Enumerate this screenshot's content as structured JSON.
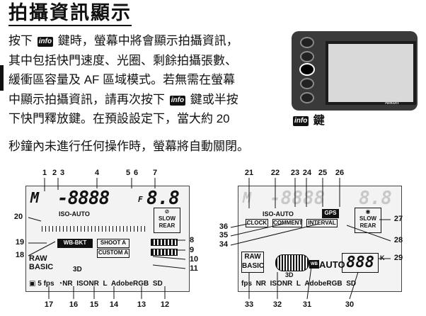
{
  "title": "拍攝資訊顯示",
  "paragraph": {
    "line1_a": "按下",
    "line1_b": "鍵時，螢幕中將會顯示拍攝資訊，",
    "line2": "其中包括快門速度、光圈、剩餘拍攝張數、",
    "line3": "緩衝區容量及 AF 區域模式。若無需在螢幕",
    "line4_a": "中顯示拍攝資訊，請再次按下",
    "line4_b": "鍵或半按",
    "line5": "下快門釋放鍵。在預設設定下，當大約 20",
    "line6": "秒鐘內未進行任何操作時，螢幕將自動關閉。"
  },
  "info_tag": "info",
  "camera": {
    "caption": "鍵",
    "logo": "Nikon"
  },
  "left_lcd": {
    "mode": "M",
    "shutter": "-8888",
    "aperture": "8.8",
    "f_prefix": "F",
    "iso_auto": "ISO-AUTO",
    "eye_off": "⊘",
    "slow": "SLOW",
    "rear": "REAR",
    "wb_bkt": "WB-BKT",
    "shoot": "SHOOT A",
    "custom": "CUSTOM A",
    "raw": "RAW",
    "basic": "BASIC",
    "d3": "3D",
    "bottom": [
      "5",
      "fps",
      "NR",
      "ISO",
      "NR",
      "L",
      "AdobeRGB",
      "SD"
    ]
  },
  "right_lcd": {
    "iso_auto": "ISO-AUTO",
    "gps": "GPS",
    "clock": "CLOCK",
    "comment": "COMMENT",
    "interval": "INTERVAL",
    "slow": "SLOW",
    "rear": "REAR",
    "raw": "RAW",
    "basic": "BASIC",
    "d3": "3D",
    "auto": "AUTO",
    "wb": "WB",
    "counter": "888",
    "k": "K",
    "bottom": [
      "fps",
      "NR",
      "ISO",
      "NR",
      "L",
      "AdobeRGB",
      "SD"
    ]
  },
  "callouts_left": [
    "1",
    "2",
    "3",
    "4",
    "5",
    "6",
    "7",
    "8",
    "9",
    "10",
    "11",
    "12",
    "13",
    "14",
    "15",
    "16",
    "17",
    "18",
    "19",
    "20"
  ],
  "callouts_right": [
    "21",
    "22",
    "23",
    "24",
    "25",
    "26",
    "27",
    "28",
    "29",
    "30",
    "31",
    "32",
    "33",
    "34",
    "35",
    "36"
  ]
}
